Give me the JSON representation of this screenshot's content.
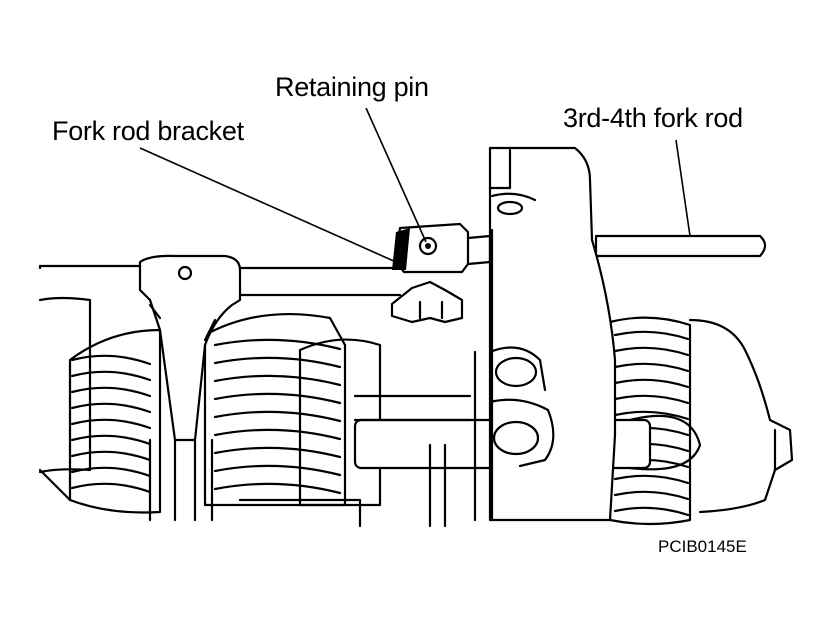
{
  "labels": {
    "retaining_pin": "Retaining pin",
    "fork_rod_bracket": "Fork rod bracket",
    "fork_rod_3rd_4th": "3rd-4th fork rod",
    "figure_code": "PCIB0145E"
  }
}
